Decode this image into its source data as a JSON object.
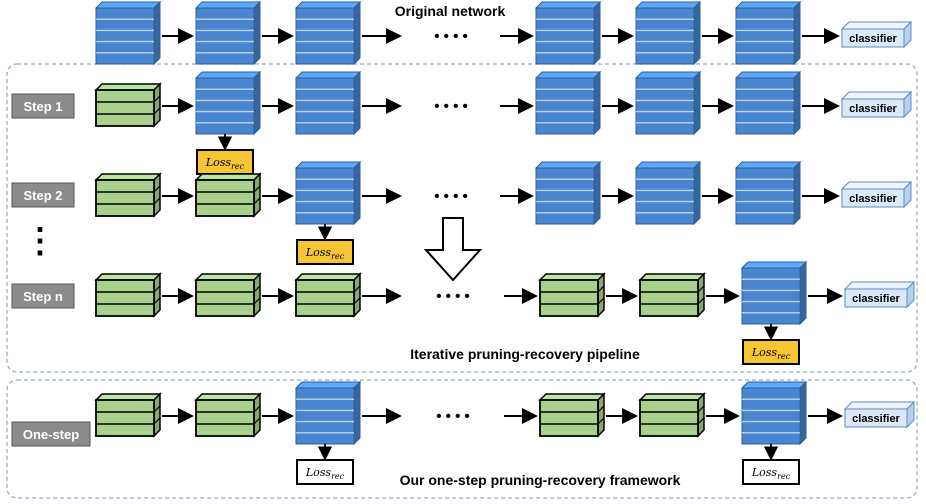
{
  "titles": {
    "top": "Original network",
    "middle": "Iterative pruning-recovery pipeline",
    "bottom": "Our one-step pruning-recovery framework"
  },
  "step_labels": [
    "Step 1",
    "Step 2",
    "Step n",
    "One-step"
  ],
  "classifier_label": "classifier",
  "loss": {
    "main": "Loss",
    "sub": "rec"
  },
  "ellipsis": "• • • •",
  "vdots": "⋮",
  "colors": {
    "original_block": "#4a86cf",
    "pruned_block": "#a9d18e",
    "loss_highlight": "#f5c533",
    "step_label_bg": "#8c8c8c",
    "classifier_fill": "#dbe8f7",
    "frame_border": "#8fa7c9"
  },
  "rows": [
    {
      "id": "original",
      "blocks": [
        "o",
        "o",
        "o",
        "o",
        "o",
        "o"
      ],
      "loss_at": null
    },
    {
      "id": "step-1",
      "blocks": [
        "p",
        "o",
        "o",
        "o",
        "o",
        "o"
      ],
      "loss_at": 1,
      "loss_style": "highlight"
    },
    {
      "id": "step-2",
      "blocks": [
        "p",
        "p",
        "o",
        "o",
        "o",
        "o"
      ],
      "loss_at": 2,
      "loss_style": "highlight"
    },
    {
      "id": "step-n",
      "blocks": [
        "p",
        "p",
        "p",
        "p",
        "p",
        "o"
      ],
      "loss_at": 5,
      "loss_style": "highlight"
    },
    {
      "id": "one-step",
      "blocks": [
        "p",
        "p",
        "o",
        "p",
        "p",
        "o"
      ],
      "loss_at": [
        2,
        5
      ],
      "loss_style": "plain"
    }
  ]
}
